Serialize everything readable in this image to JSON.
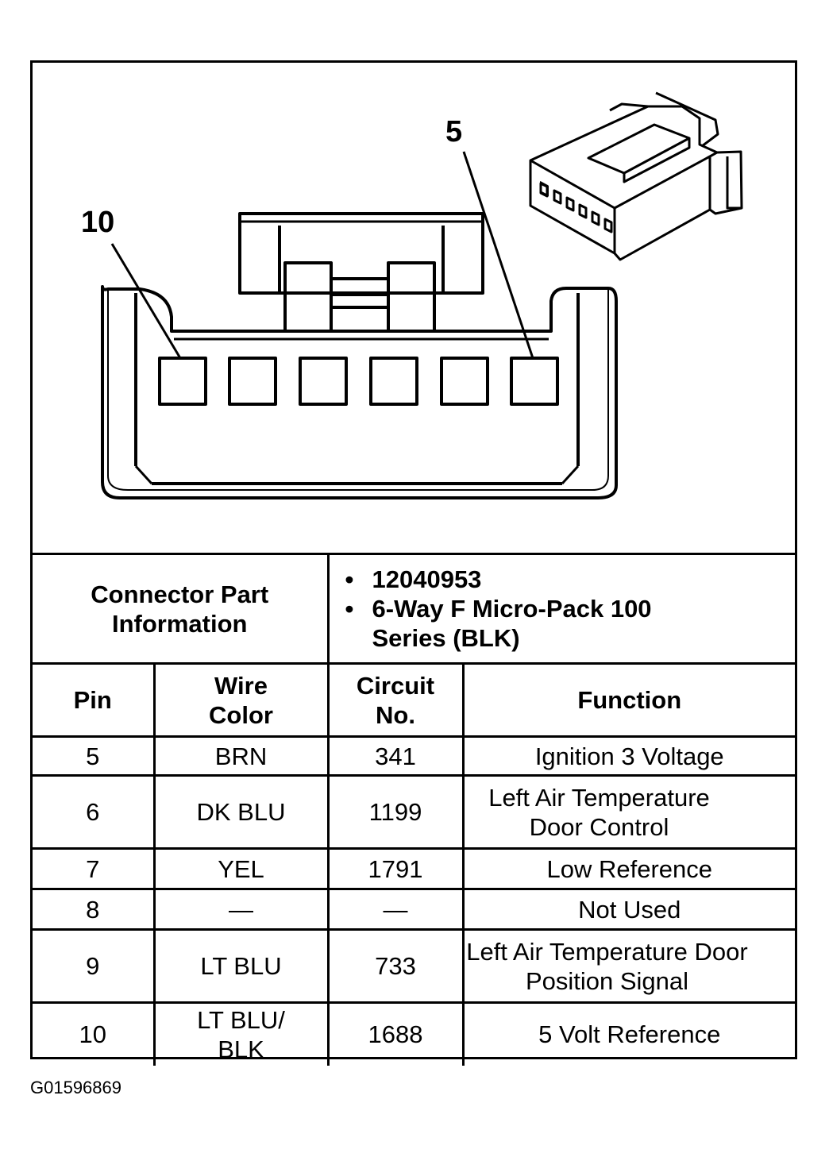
{
  "callouts": {
    "pin_left": "10",
    "pin_right": "5"
  },
  "connector_info": {
    "label": "Connector Part Information",
    "items": [
      "12040953",
      "6-Way F Micro-Pack 100 Series (BLK)"
    ]
  },
  "table": {
    "headers": {
      "pin": "Pin",
      "wire_color": "Wire Color",
      "circuit": "Circuit No.",
      "function": "Function"
    },
    "rows": [
      {
        "pin": "5",
        "wire_color": "BRN",
        "circuit": "341",
        "function": "Ignition 3 Voltage"
      },
      {
        "pin": "6",
        "wire_color": "DK BLU",
        "circuit": "1199",
        "function": "Left Air Temperature Door Control"
      },
      {
        "pin": "7",
        "wire_color": "YEL",
        "circuit": "1791",
        "function": "Low Reference"
      },
      {
        "pin": "8",
        "wire_color": "—",
        "circuit": "—",
        "function": "Not Used"
      },
      {
        "pin": "9",
        "wire_color": "LT BLU",
        "circuit": "733",
        "function": "Left Air Temperature Door Position Signal"
      },
      {
        "pin": "10",
        "wire_color": "LT BLU/ BLK",
        "circuit": "1688",
        "function": "5 Volt Reference"
      }
    ]
  },
  "figure_code": "G01596869"
}
